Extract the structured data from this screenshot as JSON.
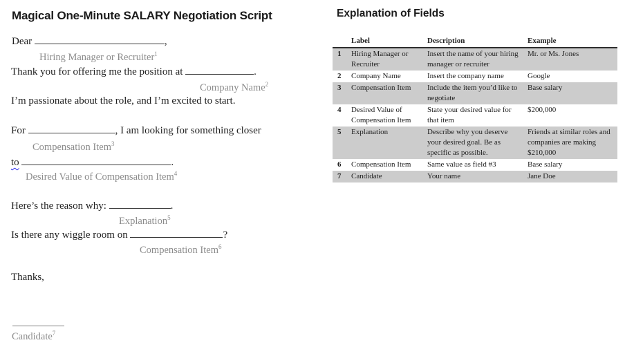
{
  "colors": {
    "text": "#1f1f1f",
    "label_gray": "#8c8c8c",
    "table_shade": "#cccccc",
    "squiggle_blue": "#2b2bee"
  },
  "script_panel": {
    "title": "Magical One-Minute SALARY Negotiation Script",
    "dear": {
      "prefix": "Dear",
      "suffix": ","
    },
    "label1": {
      "text": "Hiring Manager or Recruiter",
      "sup": "1"
    },
    "offer": {
      "prefix": "Thank you for offering me the position at",
      "suffix": "."
    },
    "label2": {
      "text": "Company Name",
      "sup": "2"
    },
    "passion": "I’m passionate about the role, and I’m excited to start.",
    "for_line": {
      "prefix": "For",
      "suffix": ", I am looking for something closer"
    },
    "label3": {
      "text": "Compensation Item",
      "sup": "3"
    },
    "to_line": {
      "prefix": "to",
      "suffix": "."
    },
    "label4": {
      "text": "Desired Value of Compensation Item",
      "sup": "4"
    },
    "reason": {
      "prefix": "Here’s the reason why:",
      "suffix": "."
    },
    "label5": {
      "text": "Explanation",
      "sup": "5"
    },
    "wiggle": {
      "prefix": "Is there any wiggle room on",
      "suffix": "?"
    },
    "label6": {
      "text": "Compensation Item",
      "sup": "6"
    },
    "thanks": "Thanks,",
    "label7": {
      "text": "Candidate",
      "sup": "7"
    }
  },
  "fields_panel": {
    "title": "Explanation of Fields",
    "table": {
      "headers": [
        "Label",
        "Description",
        "Example"
      ],
      "rows": [
        {
          "num": "1",
          "label": "Hiring Manager or Recruiter",
          "description": "Insert the name of your hiring manager or recruiter",
          "example": "Mr. or Ms. Jones"
        },
        {
          "num": "2",
          "label": "Company Name",
          "description": "Insert the company name",
          "example": "Google"
        },
        {
          "num": "3",
          "label": "Compensation Item",
          "description": "Include the item you’d like to negotiate",
          "example": "Base salary"
        },
        {
          "num": "4",
          "label": "Desired Value of Compensation Item",
          "description": "State your desired value for that item",
          "example": "$200,000"
        },
        {
          "num": "5",
          "label": "Explanation",
          "description": "Describe why you deserve your desired goal. Be as specific as possible.",
          "example": "Friends at similar roles and companies are making $210,000"
        },
        {
          "num": "6",
          "label": "Compensation Item",
          "description": "Same value as field #3",
          "example": "Base salary"
        },
        {
          "num": "7",
          "label": "Candidate",
          "description": "Your name",
          "example": "Jane Doe"
        }
      ]
    }
  }
}
